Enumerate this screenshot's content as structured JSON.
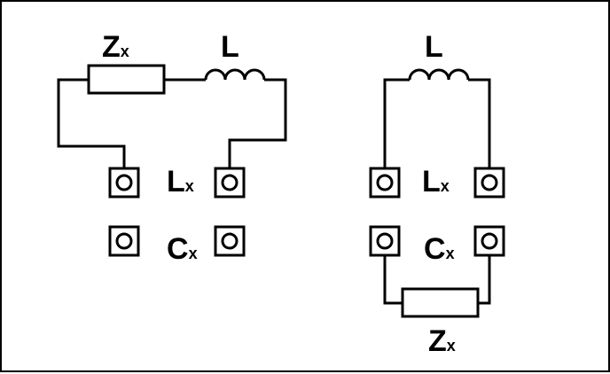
{
  "left_circuit": {
    "impedance_label": {
      "main": "Z",
      "sub": "x"
    },
    "inductor_label": "L",
    "terminal_label_top": {
      "main": "L",
      "sub": "x"
    },
    "terminal_label_bottom": {
      "main": "C",
      "sub": "x"
    }
  },
  "right_circuit": {
    "inductor_label": "L",
    "terminal_label_top": {
      "main": "L",
      "sub": "x"
    },
    "terminal_label_bottom": {
      "main": "C",
      "sub": "x"
    },
    "impedance_label": {
      "main": "Z",
      "sub": "x"
    }
  }
}
